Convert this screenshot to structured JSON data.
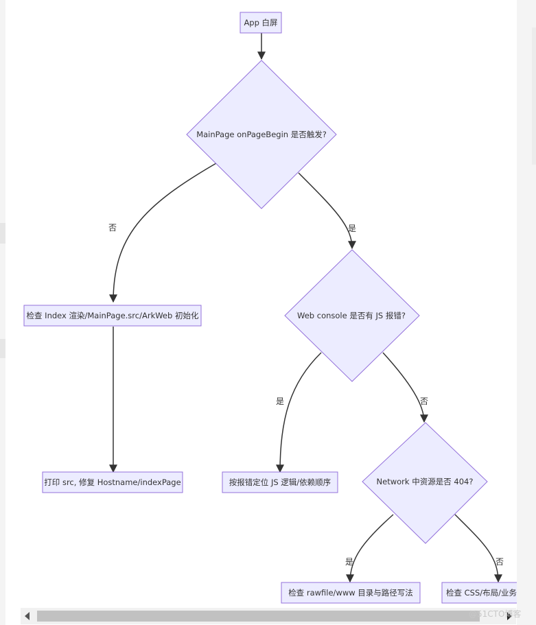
{
  "nodes": {
    "start": "App 白屏",
    "q_pagebegin": "MainPage onPageBegin 是否触发?",
    "check_index": "检查 Index 渲染/MainPage.src/ArkWeb 初始化",
    "print_src": "打印 src, 修复 Hostname/indexPage",
    "q_console": "Web console 是否有 JS 报错?",
    "fix_js": "按报错定位 JS 逻辑/依赖顺序",
    "q_network": "Network 中资源是否 404?",
    "check_rawfile": "检查 rawfile/www 目录与路径写法",
    "check_css": "检查 CSS/布局/业务"
  },
  "edges": {
    "pagebegin_no": "否",
    "pagebegin_yes": "是",
    "console_yes": "是",
    "console_no": "否",
    "network_yes": "是",
    "network_no": "否"
  },
  "watermark": "@51CTO博客",
  "colors": {
    "node_fill": "#ececff",
    "node_stroke": "#9370db",
    "edge": "#333333"
  }
}
